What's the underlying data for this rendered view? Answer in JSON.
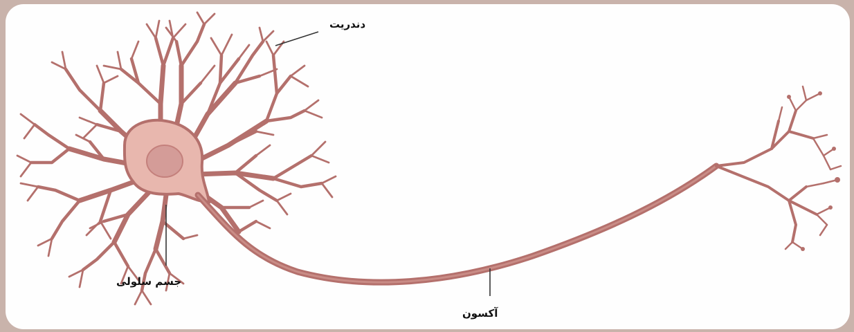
{
  "diagram": {
    "colors": {
      "background": "#c9b3ab",
      "panel": "#fefefe",
      "neuron": "#b4706c",
      "soma": "#e8b7ae",
      "nucleus": "#d49c98",
      "leader_line": "#333333"
    },
    "labels": {
      "dendrite": "دندریت",
      "cell_body": "جسم سلولی",
      "axon": "آکسون"
    }
  }
}
